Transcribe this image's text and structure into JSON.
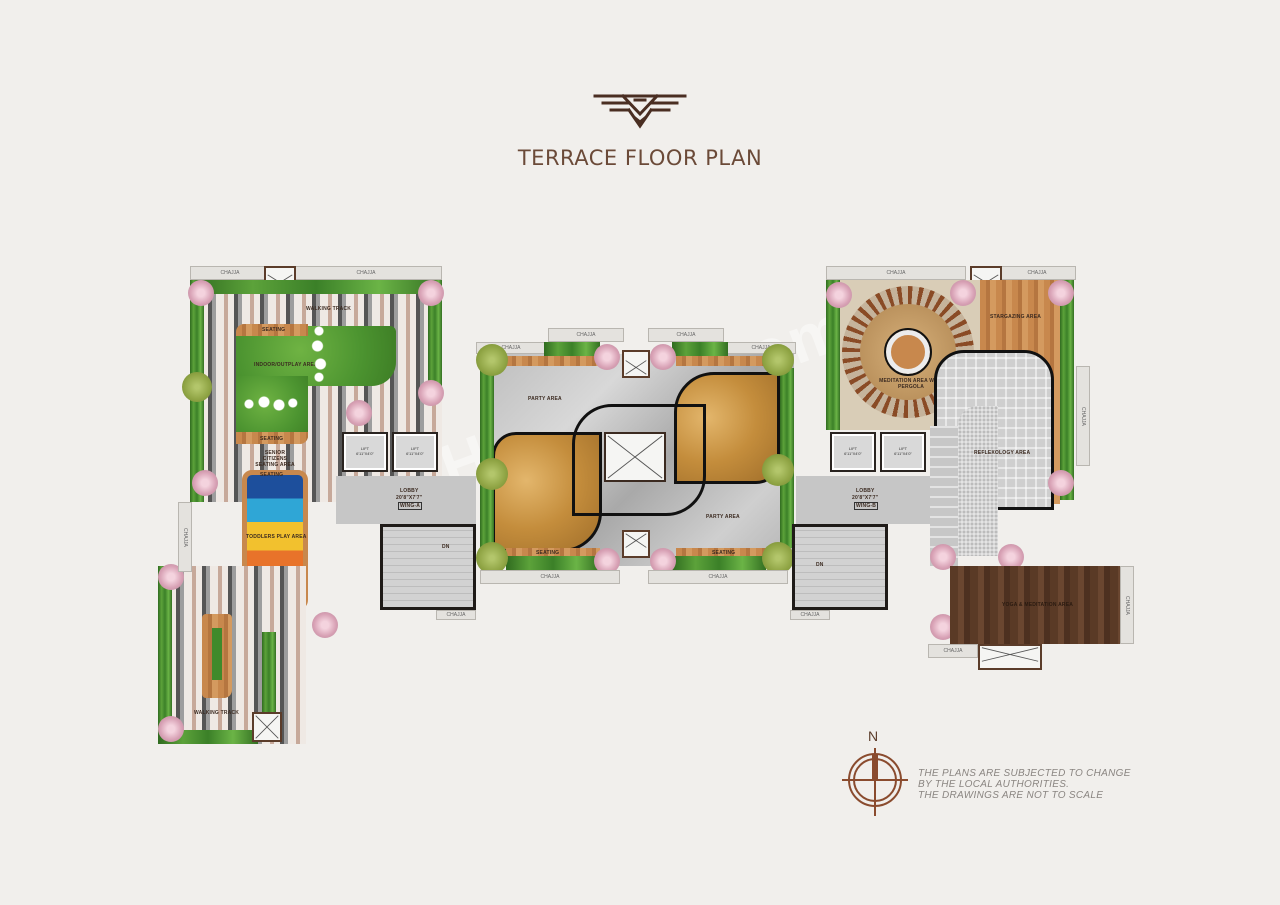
{
  "header": {
    "logo_icon": "eagle-emblem-icon",
    "title": "TERRACE FLOOR PLAN"
  },
  "labels": {
    "chajja": "CHAJJA",
    "seating": "SEATING",
    "lift": "LIFT",
    "lift_size": "6'11\"X4'0\"",
    "lobby": "LOBBY",
    "lobby_size": "20'8\"X7'7\"",
    "wing_a": "WING-A",
    "wing_b": "WING-B",
    "dn": "DN"
  },
  "wing_left": {
    "walking_track_top": "WALKING TRACK",
    "indoor_play_area": "INDOOR/OUTPLAY AREA",
    "senior_citizens": "SENIOR CITIZENS SEATING AREA",
    "toddlers_play_area": "TODDLERS PLAY AREA",
    "seating_vertical": "SEATING",
    "walking_track_bottom": "WALKING TRACK"
  },
  "center": {
    "party_area_top": "PARTY AREA",
    "party_area_bottom": "PARTY AREA"
  },
  "wing_right": {
    "pergola": "MEDITATION AREA WITH PERGOLA",
    "stargazing_area": "STARGAZING AREA",
    "reflexology_area": "REFLEXOLOGY AREA",
    "yoga_area": "YOGA & MEDITATION AREA"
  },
  "watermark": "Housing.com",
  "compass": {
    "north_label": "N",
    "icon": "north-compass-icon"
  },
  "disclaimer": [
    "THE PLANS ARE SUBJECTED TO CHANGE",
    "BY THE LOCAL AUTHORITIES.",
    "THE DRAWINGS ARE NOT TO SCALE"
  ],
  "colors": {
    "brand_brown": "#6b4a38",
    "background": "#f1efec",
    "grass": "#4c9430",
    "wood": "#c8884d",
    "dark_wood": "#5a3a26"
  }
}
